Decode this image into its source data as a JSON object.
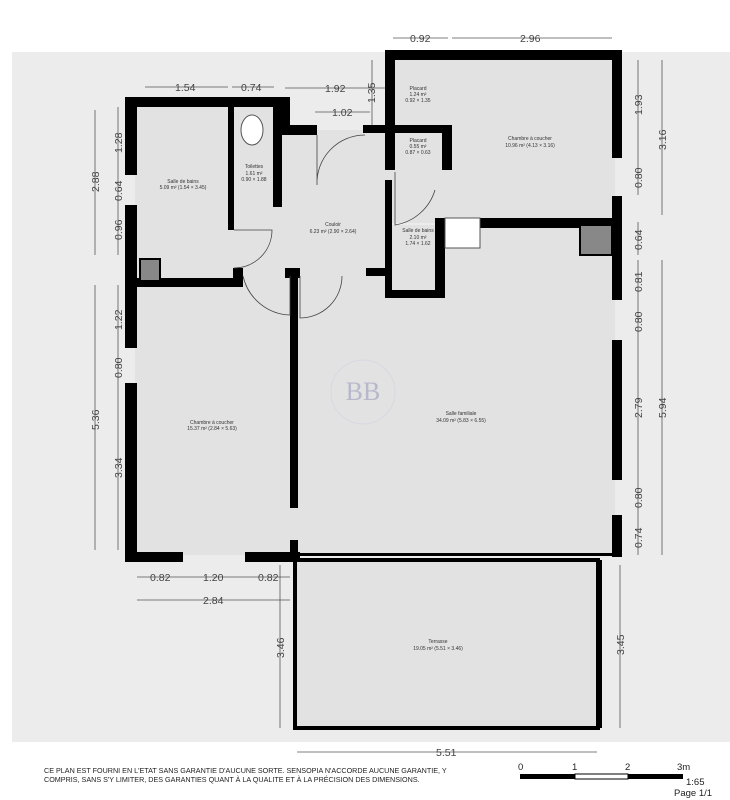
{
  "rooms": [
    {
      "name": "Salle de bains",
      "area": "5.09 m² (1.54 × 3.45)"
    },
    {
      "name": "Toilettes",
      "area": "1.61 m²",
      "dims": "0.90 × 1.88"
    },
    {
      "name": "Couloir",
      "area": "6.23 m² (2.90 × 2.64)"
    },
    {
      "name": "Placard",
      "area": "1.24 m²",
      "dims": "0.92 × 1.35"
    },
    {
      "name": "Placard",
      "area": "0.55 m²",
      "dims": "0.87 × 0.63"
    },
    {
      "name": "Chambre à coucher",
      "area": "10.96 m² (4.13 × 3.16)"
    },
    {
      "name": "Salle de bains",
      "area": "2.10 m²",
      "dims": "1.74 × 1.62"
    },
    {
      "name": "Chambre à coucher",
      "area": "15.37 m² (2.84 × 5.63)"
    },
    {
      "name": "Salle familiale",
      "area": "34.09 m² (5.83 × 6.55)"
    },
    {
      "name": "Terrasse",
      "area": "19.05 m² (5.51 × 3.46)"
    }
  ],
  "dimensions": {
    "top_092": "0.92",
    "top_296": "2.96",
    "top_154": "1.54",
    "top_074": "0.74",
    "top_192": "1.92",
    "top_102": "1.02",
    "v_135": "1.35",
    "r_193": "1.93",
    "r_316": "3.16",
    "r_080a": "0.80",
    "r_064": "0.64",
    "r_081": "0.81",
    "r_080b": "0.80",
    "r_279": "2.79",
    "r_594": "5.94",
    "r_080c": "0.80",
    "r_074": "0.74",
    "r_345": "3.45",
    "l_128": "1.28",
    "l_288": "2.88",
    "l_064": "0.64",
    "l_096": "0.96",
    "l_122": "1.22",
    "l_080": "0.80",
    "l_536": "5.36",
    "l_334": "3.34",
    "l_346": "3.46",
    "b_082a": "0.82",
    "b_120": "1.20",
    "b_082b": "0.82",
    "b_284": "2.84",
    "b_551": "5.51"
  },
  "logo": "BB",
  "disclaimer": "CE PLAN EST FOURNI EN L'ETAT SANS GARANTIE D'AUCUNE SORTE. SENSOPIA N'ACCORDE AUCUNE GARANTIE, Y COMPRIS, SANS S'Y LIMITER, DES GARANTIES QUANT À LA QUALITE ET À LA PRÉCISION DES DIMENSIONS.",
  "scale": {
    "ticks": [
      "0",
      "1",
      "2",
      "3m"
    ],
    "ratio": "1:65"
  },
  "page": "Page 1/1"
}
